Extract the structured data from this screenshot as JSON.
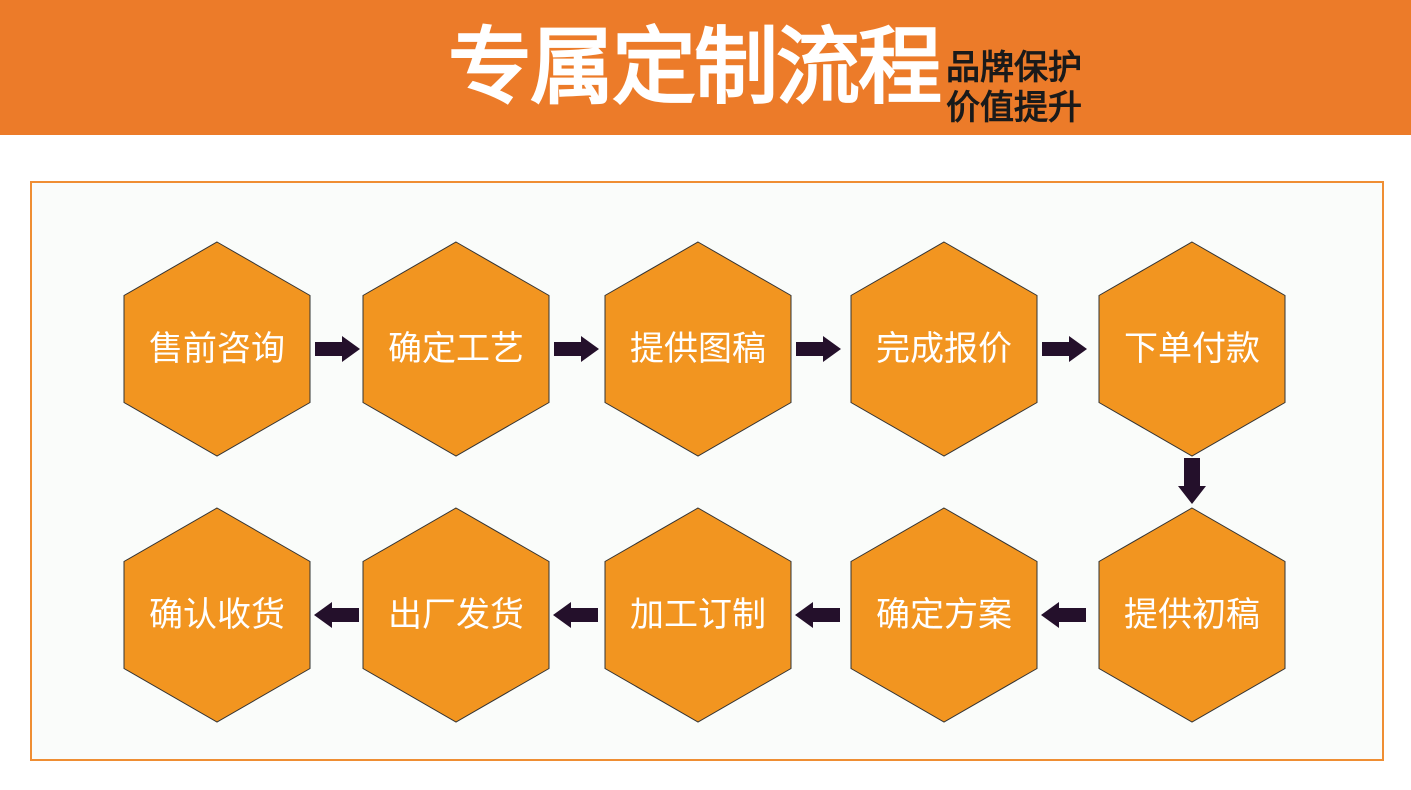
{
  "header": {
    "title": "专属定制流程",
    "subtitle_line1": "品牌保护",
    "subtitle_line2": "价值提升"
  },
  "colors": {
    "banner": "#ec7b29",
    "hexagon": "#f29520",
    "arrow": "#24102b",
    "frame_border": "#ef8e33"
  },
  "steps": [
    "售前咨询",
    "确定工艺",
    "提供图稿",
    "完成报价",
    "下单付款",
    "提供初稿",
    "确定方案",
    "加工订制",
    "出厂发货",
    "确认收货"
  ]
}
